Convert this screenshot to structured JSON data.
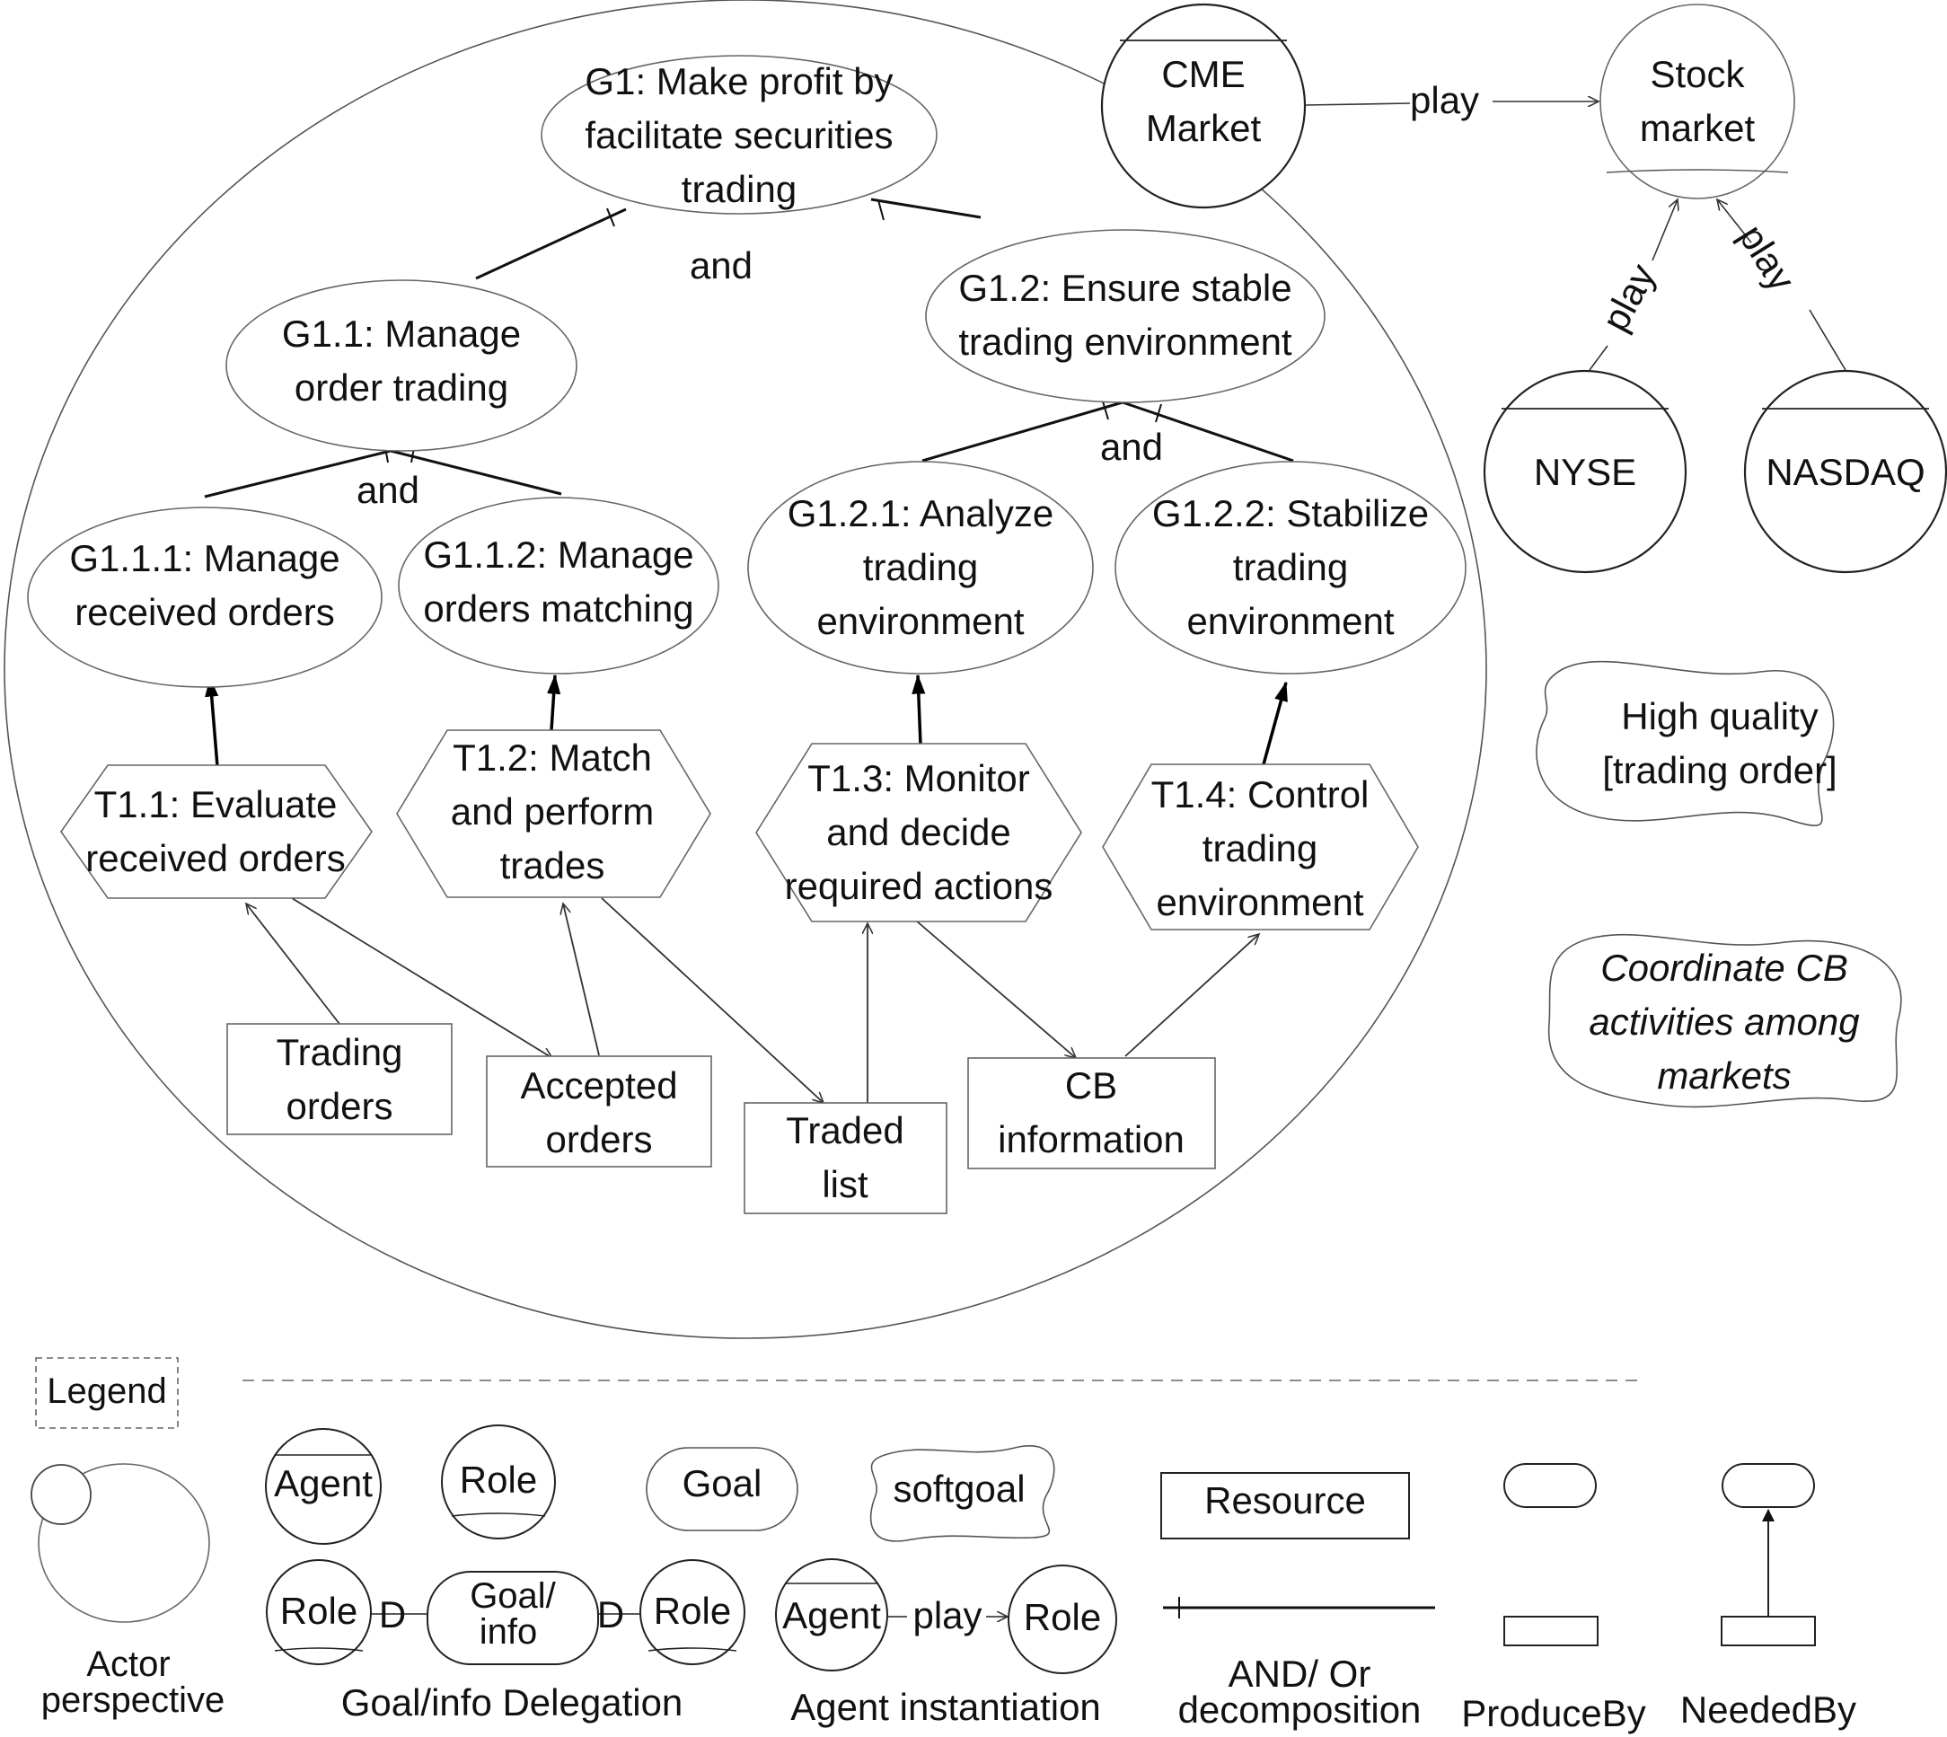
{
  "actors": {
    "cme_market": [
      "CME",
      "Market"
    ],
    "stock_market": [
      "Stock",
      "market"
    ],
    "nyse": "NYSE",
    "nasdaq": "NASDAQ"
  },
  "play_labels": {
    "cme_to_stock": "play",
    "nyse_to_stock": "play",
    "nasdaq_to_stock": "play"
  },
  "goals": {
    "g1": [
      "G1: Make profit by",
      "facilitate securities",
      "trading"
    ],
    "g1_1": [
      "G1.1: Manage",
      "order trading"
    ],
    "g1_2": [
      "G1.2: Ensure stable",
      "trading environment"
    ],
    "g1_1_1": [
      "G1.1.1: Manage",
      "received  orders"
    ],
    "g1_1_2": [
      "G1.1.2: Manage",
      "orders matching"
    ],
    "g1_2_1": [
      "G1.2.1: Analyze",
      "trading",
      "environment"
    ],
    "g1_2_2": [
      "G1.2.2: Stabilize",
      "trading",
      "environment"
    ]
  },
  "and_labels": {
    "g1": "and",
    "g1_1": "and",
    "g1_2": "and"
  },
  "tasks": {
    "t1_1": [
      "T1.1: Evaluate",
      "received orders"
    ],
    "t1_2": [
      "T1.2: Match",
      "and perform",
      "trades"
    ],
    "t1_3": [
      "T1.3: Monitor",
      "and decide",
      "required actions"
    ],
    "t1_4": [
      "T1.4: Control",
      "trading",
      "environment"
    ]
  },
  "resources": {
    "trading_orders": [
      "Trading",
      "orders"
    ],
    "accepted_orders": [
      "Accepted",
      "orders"
    ],
    "traded_list": [
      "Traded",
      "list"
    ],
    "cb_information": [
      "CB",
      "information"
    ]
  },
  "softgoals": {
    "high_quality": [
      "High quality",
      "[trading order]"
    ],
    "coordinate_cb": [
      "Coordinate CB",
      "activities  among",
      "markets"
    ]
  },
  "legend": {
    "title": "Legend",
    "agent": "Agent",
    "role": "Role",
    "goal": "Goal",
    "softgoal": "softgoal",
    "resource": "Resource",
    "actor_perspective": [
      "Actor",
      "perspective"
    ],
    "delegation_role_left": "Role",
    "delegation_d_left": "D",
    "delegation_goal": [
      "Goal/",
      "info"
    ],
    "delegation_d_right": "D",
    "delegation_role_right": "Role",
    "delegation_caption": "Goal/info Delegation",
    "inst_agent": "Agent",
    "inst_play": "play",
    "inst_role": "Role",
    "inst_caption": "Agent instantiation",
    "and_or_caption": [
      "AND/ Or",
      "decomposition"
    ],
    "produce_by": "ProduceBy",
    "needed_by": "NeededBy"
  }
}
